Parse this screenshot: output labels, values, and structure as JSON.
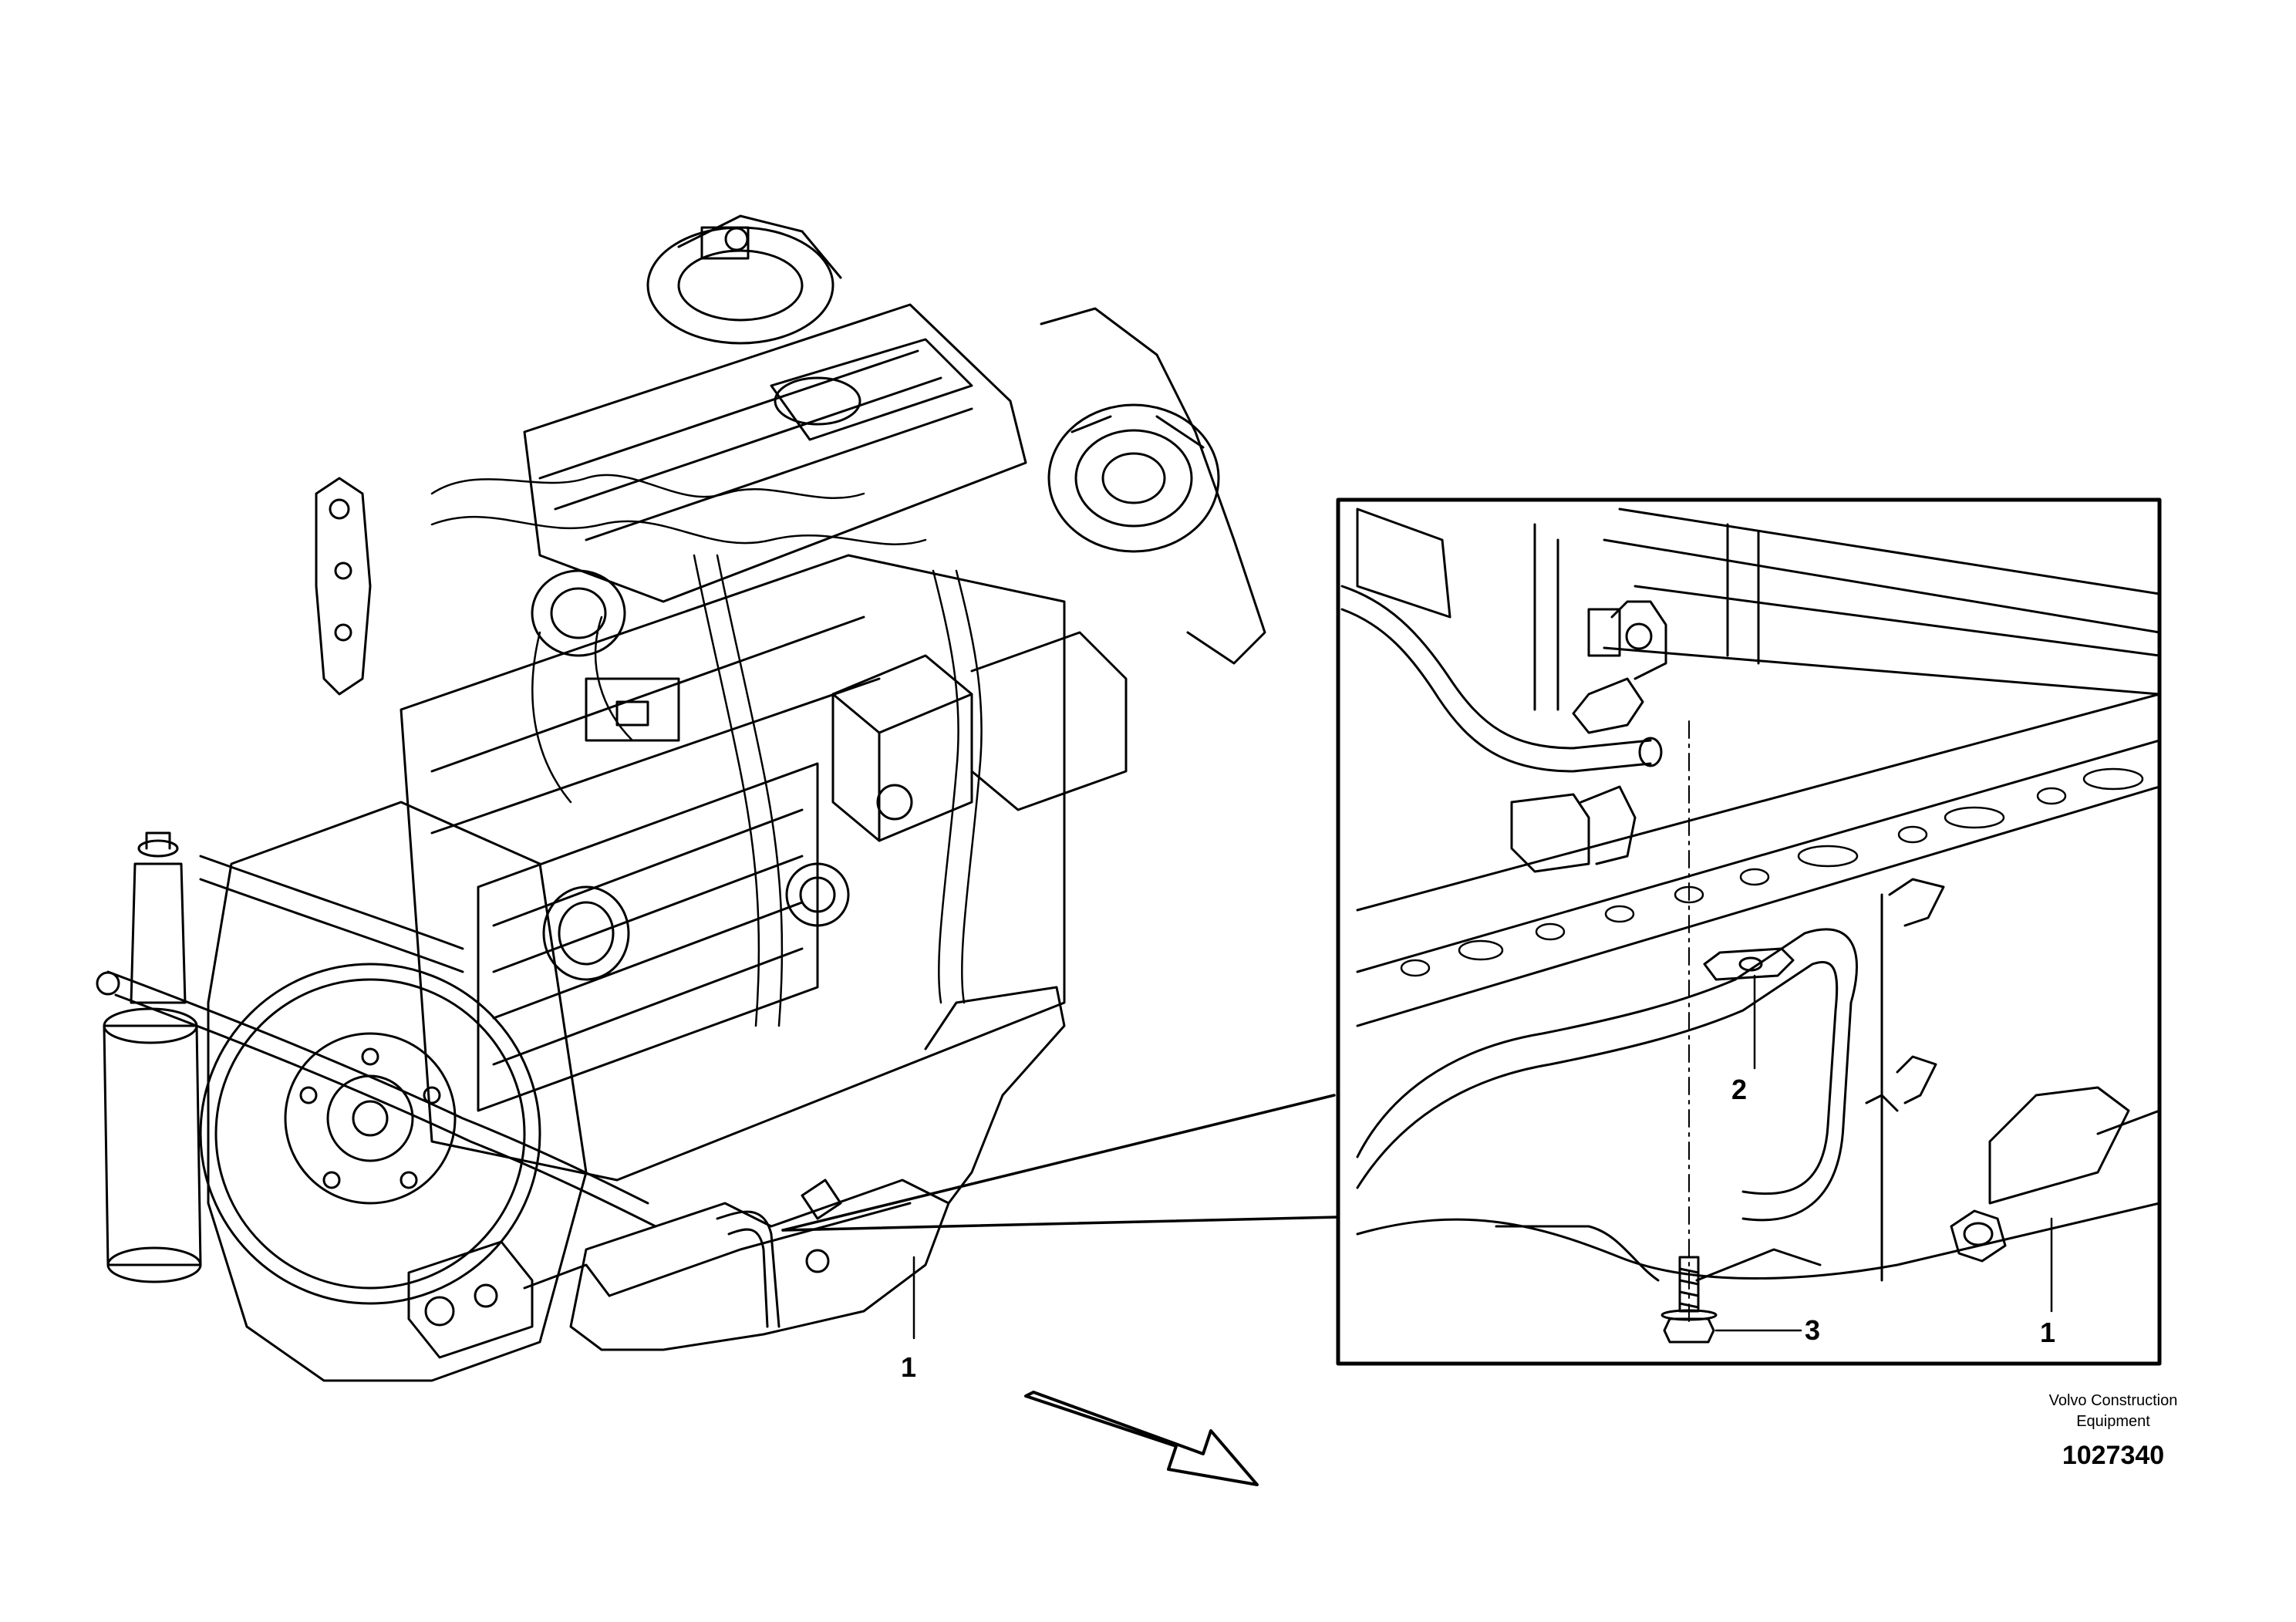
{
  "callouts": {
    "main_oil_pan": "1",
    "detail_clip": "2",
    "detail_bolt": "3",
    "detail_oil_pan": "1"
  },
  "footer": {
    "company_line1": "Volvo Construction",
    "company_line2": "Equipment",
    "drawing_number": "1027340"
  },
  "colors": {
    "line": "#000000",
    "background": "#ffffff"
  }
}
